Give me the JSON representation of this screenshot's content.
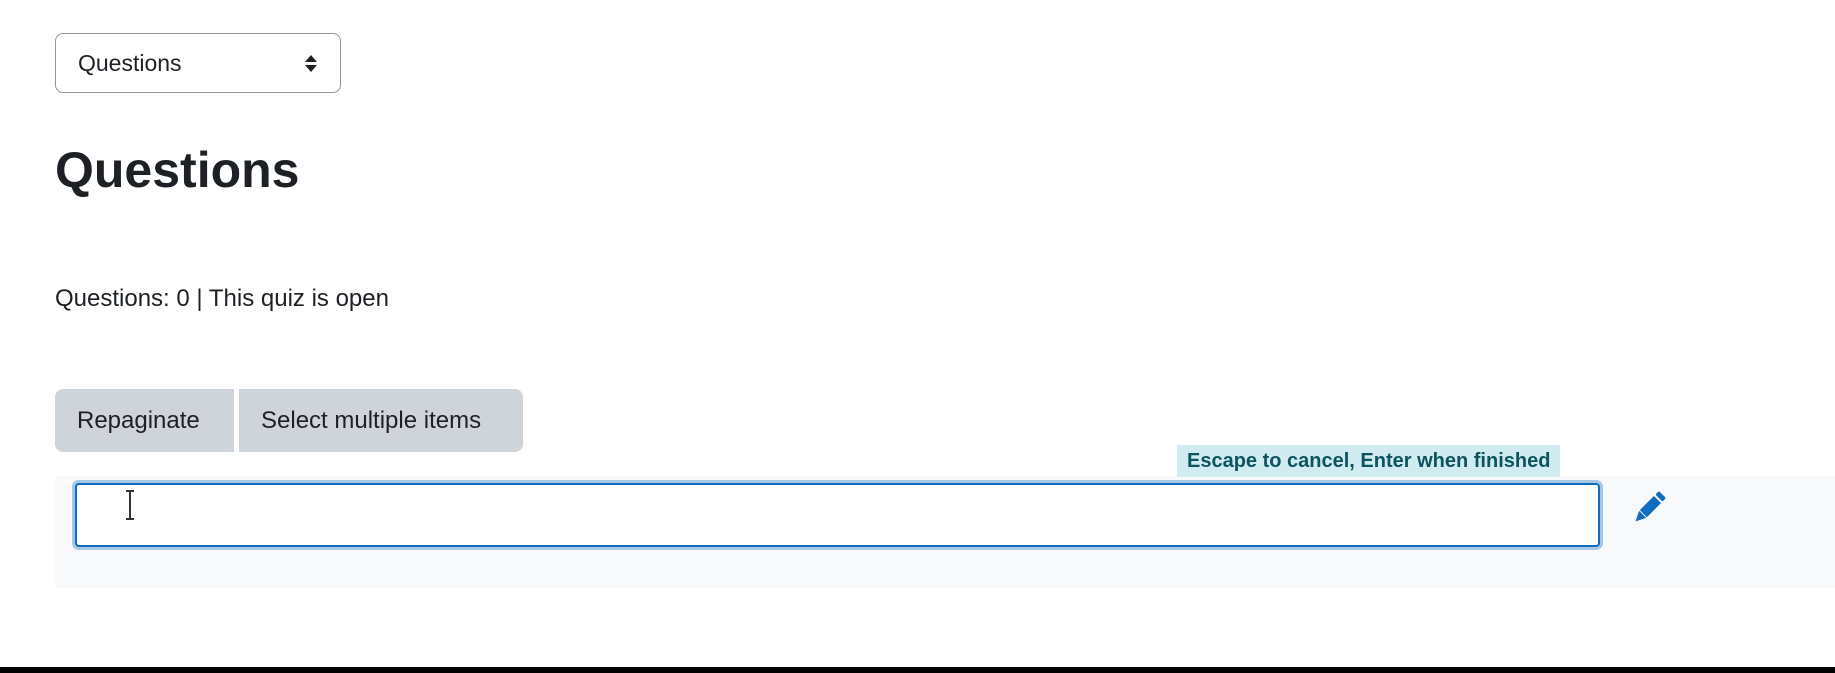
{
  "section_select": {
    "selected": "Questions"
  },
  "heading": {
    "title": "Questions"
  },
  "status": {
    "text": "Questions: 0 | This quiz is open"
  },
  "toolbar": {
    "repaginate_label": "Repaginate",
    "select_multiple_label": "Select multiple items"
  },
  "inline_edit": {
    "hint": "Escape to cancel, Enter when finished",
    "value": ""
  },
  "colors": {
    "accent": "#0f6cbf",
    "hint_bg": "#d1ecf1",
    "hint_text": "#0c5460",
    "button_bg": "#ced4da"
  },
  "icons": {
    "select_caret": "sort-caret-icon",
    "edit": "pencil-icon",
    "text_cursor": "i-beam-cursor-icon"
  }
}
